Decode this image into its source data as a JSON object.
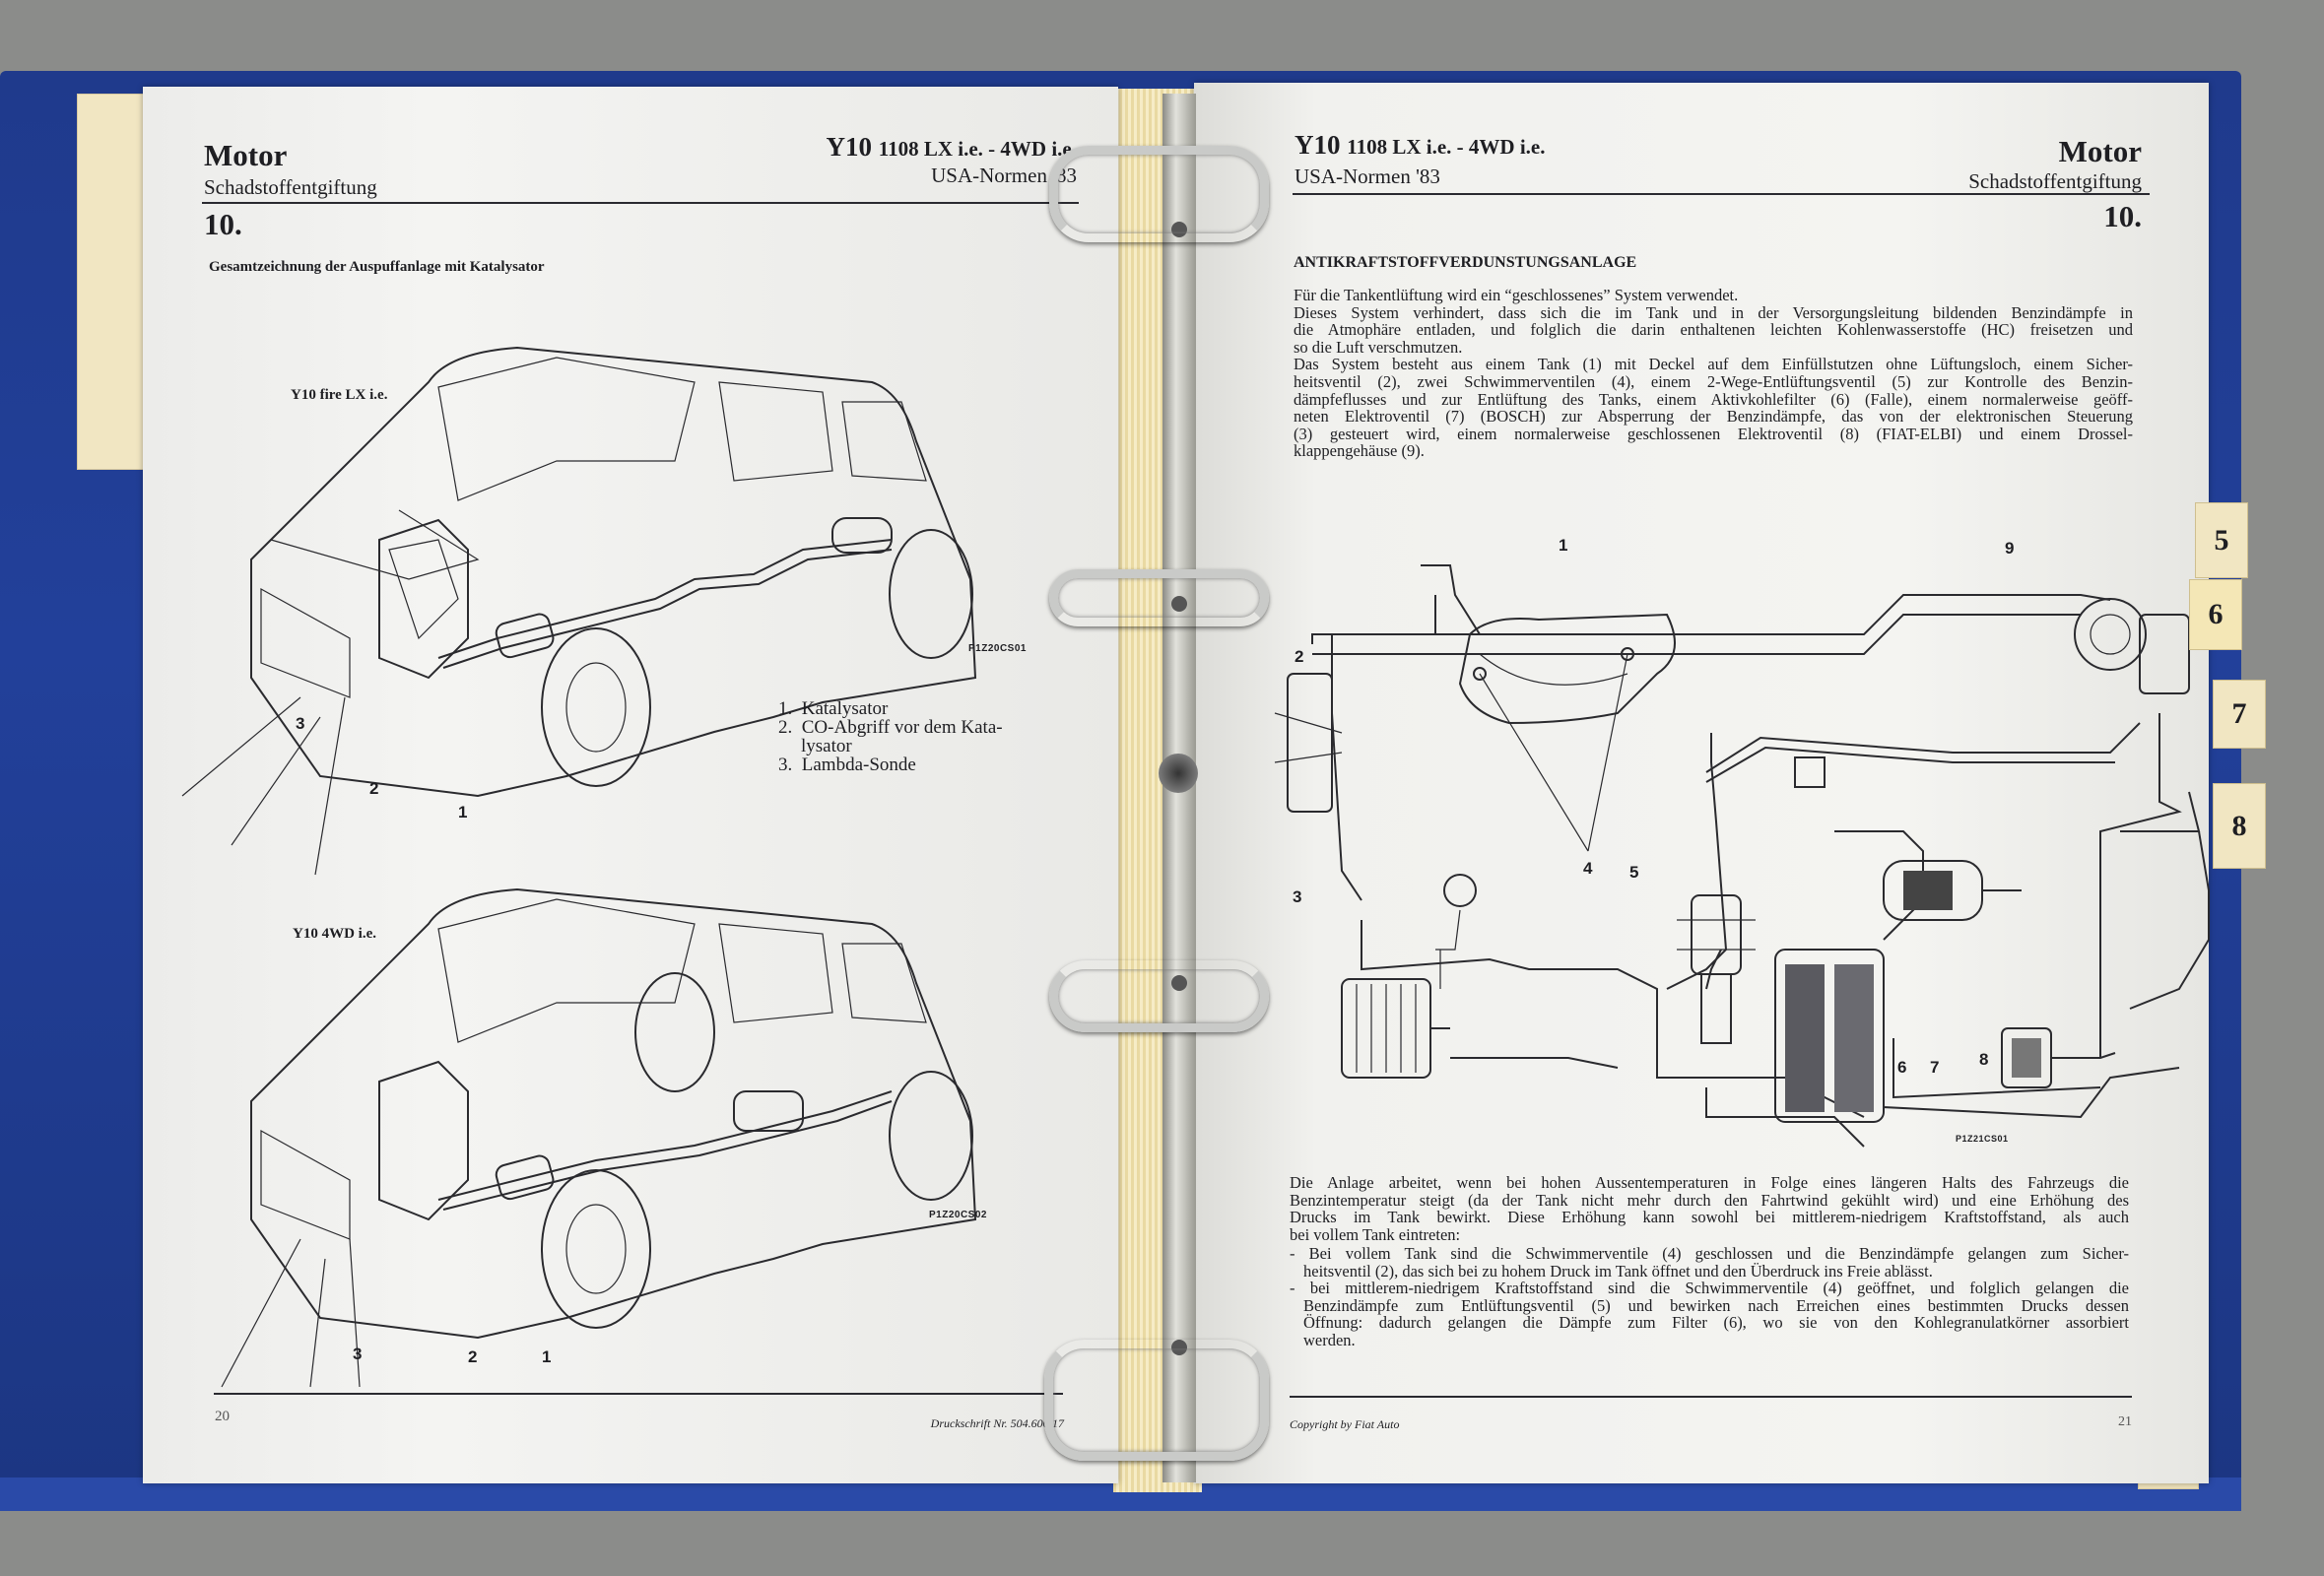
{
  "left_page": {
    "title": "Motor",
    "subtitle": "Schadstoffentgiftung",
    "section": "10.",
    "model_main": "Y10",
    "model_rest": "1108 LX i.e. - 4WD i.e.",
    "norm": "USA-Normen '83",
    "figure_caption": "Gesamtzeichnung der Auspuffanlage mit Katalysator",
    "car1_label": "Y10 fire LX i.e.",
    "car1_code": "P1Z20CS01",
    "car1_callouts": [
      "3",
      "2",
      "1"
    ],
    "car2_label": "Y10 4WD i.e.",
    "car2_code": "P1Z20CS02",
    "car2_callouts": [
      "3",
      "2",
      "1"
    ],
    "legend": [
      {
        "n": "1.",
        "lines": [
          "Katalysator"
        ]
      },
      {
        "n": "2.",
        "lines": [
          "CO-Abgriff vor dem Kata-",
          "lysator"
        ]
      },
      {
        "n": "3.",
        "lines": [
          "Lambda-Sonde"
        ]
      }
    ],
    "page_number": "20",
    "footer": "Druckschrift Nr. 504.606/17"
  },
  "right_page": {
    "model_main": "Y10",
    "model_rest": "1108 LX i.e. - 4WD i.e.",
    "norm": "USA-Normen '83",
    "title": "Motor",
    "subtitle": "Schadstoffentgiftung",
    "section": "10.",
    "heading": "ANTIKRAFTSTOFFVERDUNSTUNGSANLAGE",
    "intro_lines": [
      "Für die Tankentlüftung wird ein “geschlossenes” System verwendet.",
      "Dieses System verhindert, dass sich die im Tank und in der Versorgungsleitung bildenden Benzindämpfe in",
      "die Atmophäre entladen, und folglich die darin enthaltenen leichten Kohlenwasserstoffe (HC) freisetzen und",
      "so die Luft verschmutzen.",
      "Das System besteht aus einem Tank (1) mit Deckel auf dem Einfüllstutzen ohne Lüftungsloch, einem Sicher-",
      "heitsventil (2), zwei Schwimmerventilen (4), einem 2-Wege-Entlüftungsventil (5) zur Kontrolle des Benzin-",
      "dämpfeflusses und zur Entlüftung des Tanks, einem Aktivkohlefilter (6) (Falle), einem normalerweise geöff-",
      "neten Elektroventil (7) (BOSCH) zur Absperrung der Benzindämpfe, das von der elektronischen Steuerung",
      "(3) gesteuert wird, einem normalerweise geschlossenen Elektroventil (8) (FIAT-ELBI) und einem Drossel-",
      "klappengehäuse (9)."
    ],
    "diagram_labels": [
      "1",
      "2",
      "3",
      "4",
      "5",
      "6",
      "7",
      "8",
      "9"
    ],
    "diagram_code": "P1Z21CS01",
    "body_lines": [
      "Die Anlage arbeitet, wenn bei hohen Aussentemperaturen in Folge eines längeren Halts des Fahrzeugs die",
      "Benzintemperatur steigt (da der Tank nicht mehr durch den Fahrtwind gekühlt wird) und eine Erhöhung des",
      "Drucks im Tank bewirkt. Diese Erhöhung kann sowohl bei mittlerem-niedrigem Kraftstoffstand, als auch",
      "bei vollem Tank eintreten:"
    ],
    "bullets": [
      [
        "- Bei vollem Tank sind die Schwimmerventile (4) geschlossen und die Benzindämpfe gelangen zum Sicher-",
        "heitsventil (2), das sich bei zu hohem Druck im Tank öffnet und den Überdruck ins Freie ablässt."
      ],
      [
        "- bei mittlerem-niedrigem Kraftstoffstand sind die Schwimmerventile (4) geöffnet, und folglich gelangen die",
        "Benzindämpfe zum Entlüftungsventil (5) und bewirken nach Erreichen eines bestimmten Drucks dessen",
        "Öffnung: dadurch gelangen die Dämpfe zum Filter (6), wo sie von den Kohlegranulatkörner assorbiert",
        "werden."
      ]
    ],
    "footer": "Copyright by Fiat Auto",
    "page_number": "21"
  },
  "side_tabs": [
    "5",
    "6",
    "7",
    "8"
  ]
}
